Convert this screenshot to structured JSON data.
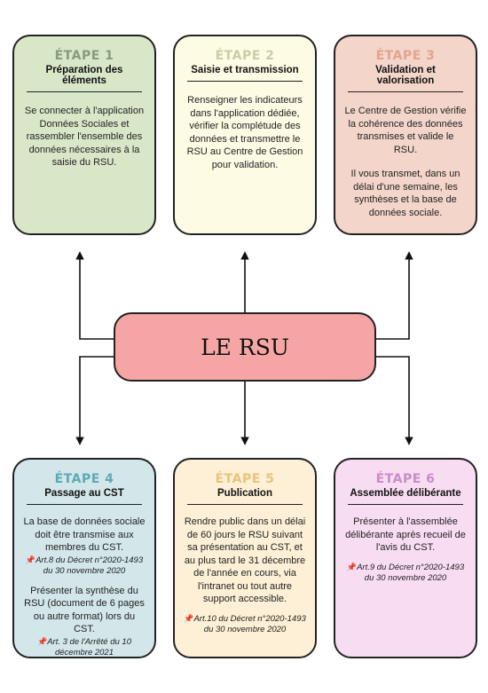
{
  "center": {
    "title": "LE RSU"
  },
  "steps": [
    {
      "step": "ÉTAPE 1",
      "title": "Préparation des éléments",
      "color": "#d9e7c9",
      "step_color": "#8a9a7f",
      "paragraphs": [
        "Se connecter à l'application Données Sociales et rassembler l'ensemble des données nécessaires à la saisie du RSU."
      ]
    },
    {
      "step": "ÉTAPE 2",
      "title": "Saisie et transmission",
      "color": "#fdfbe4",
      "step_color": "#c9cda8",
      "paragraphs": [
        "Renseigner les indicateurs dans l'application dédiée, vérifier la complétude des données et transmettre le RSU au Centre de Gestion pour validation."
      ]
    },
    {
      "step": "ÉTAPE 3",
      "title": "Validation et valorisation",
      "color": "#f3d5ca",
      "step_color": "#e2a48f",
      "paragraphs": [
        "Le Centre de Gestion vérifie la cohérence des données transmises et valide le RSU.",
        "Il vous transmet, dans un délai d'une semaine, les synthèses et la base de données sociale."
      ]
    },
    {
      "step": "ÉTAPE 4",
      "title": "Passage au CST",
      "color": "#d3e6ea",
      "step_color": "#5fa9b4",
      "paragraphs": [
        "La base de données sociale doit être transmise aux membres du CST.",
        "Présenter la synthèse du RSU (document de 6 pages ou autre format) lors du CST."
      ],
      "refs": [
        "Art.8 du Décret n°2020-1493 du 30 novembre 2020",
        "Art. 3 de l'Arrêté du 10 décembre 2021"
      ]
    },
    {
      "step": "ÉTAPE 5",
      "title": "Publication",
      "color": "#fdf0d6",
      "step_color": "#e8c37c",
      "paragraphs": [
        "Rendre public dans un délai de 60 jours le RSU suivant sa présentation au CST, et au plus tard le 31 décembre de l'année en cours, via l'intranet ou tout autre support accessible."
      ],
      "refs": [
        "Art.10 du Décret n°2020-1493 du 30 novembre 2020"
      ]
    },
    {
      "step": "ÉTAPE 6",
      "title": "Assemblée délibérante",
      "color": "#f8dcf2",
      "step_color": "#c98cc6",
      "paragraphs": [
        "Présenter à l'assemblée délibérante après recueil de l'avis du CST."
      ],
      "refs": [
        "Art.9 du Décret n°2020-1493 du 30 novembre 2020"
      ]
    }
  ]
}
